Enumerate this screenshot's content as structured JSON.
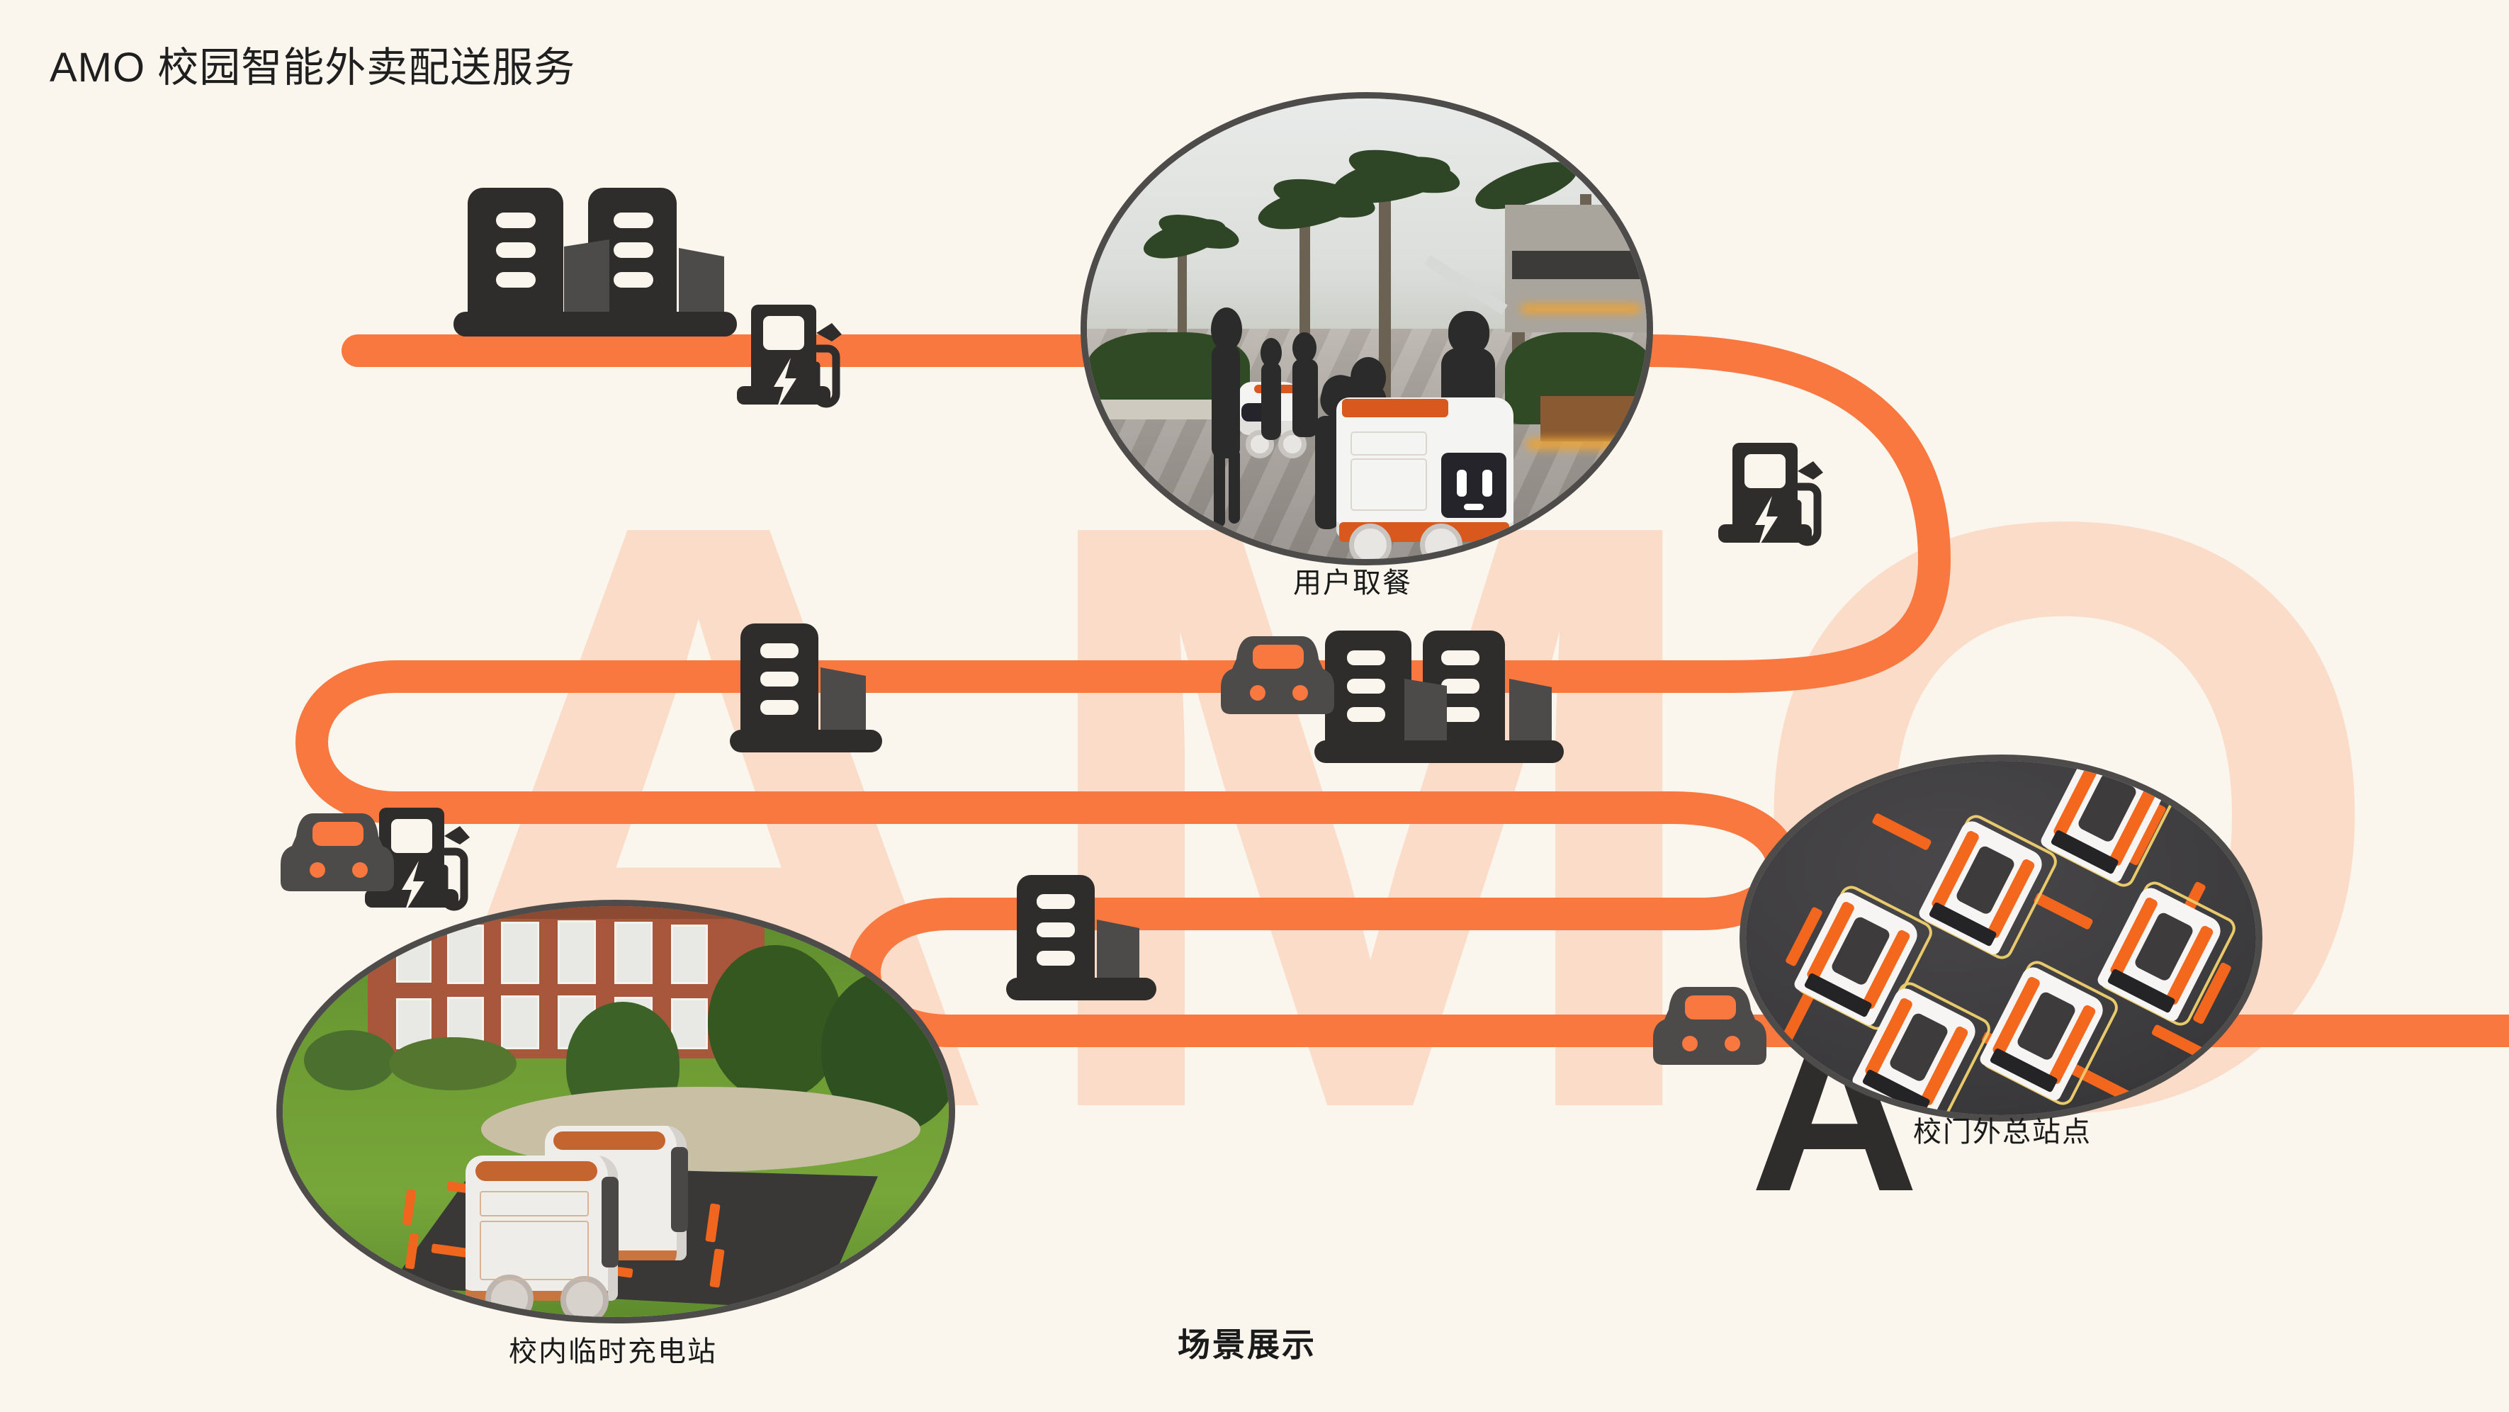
{
  "page": {
    "title": "AMO 校园智能外卖配送服务",
    "background_color": "#FAF6EE",
    "accent_color": "#F87840",
    "dark_color": "#2E2D2C",
    "watermark_text": "AMO",
    "watermark_color": "#FAD9C4"
  },
  "footer": {
    "title": "场景展示"
  },
  "photos": [
    {
      "id": "user-pickup",
      "caption": "用户取餐",
      "shape": "ellipse",
      "scene": "户外广场 · 机器人与取餐用户"
    },
    {
      "id": "campus-charging",
      "caption": "校内临时充电站",
      "shape": "ellipse",
      "scene": "校园草坪 · 充电停靠坪上的配送机器人"
    },
    {
      "id": "gate-depot",
      "caption": "校门外总站点",
      "shape": "ellipse",
      "scene": "停车场 · 六台待命配送机器人"
    }
  ],
  "map_icons": [
    {
      "id": "buildings-1",
      "name": "buildings-icon",
      "variant": "double"
    },
    {
      "id": "charger-1",
      "name": "ev-charging-station-icon"
    },
    {
      "id": "charger-2",
      "name": "ev-charging-station-icon"
    },
    {
      "id": "charger-3",
      "name": "ev-charging-station-icon"
    },
    {
      "id": "buildings-2",
      "name": "buildings-icon",
      "variant": "single"
    },
    {
      "id": "buildings-3",
      "name": "buildings-icon",
      "variant": "double"
    },
    {
      "id": "buildings-4",
      "name": "buildings-icon",
      "variant": "single"
    },
    {
      "id": "car-1",
      "name": "car-icon"
    },
    {
      "id": "car-2",
      "name": "car-icon"
    },
    {
      "id": "car-3",
      "name": "car-icon"
    }
  ],
  "route": {
    "name": "delivery-route",
    "color": "#F87840",
    "stroke_width": 46
  }
}
